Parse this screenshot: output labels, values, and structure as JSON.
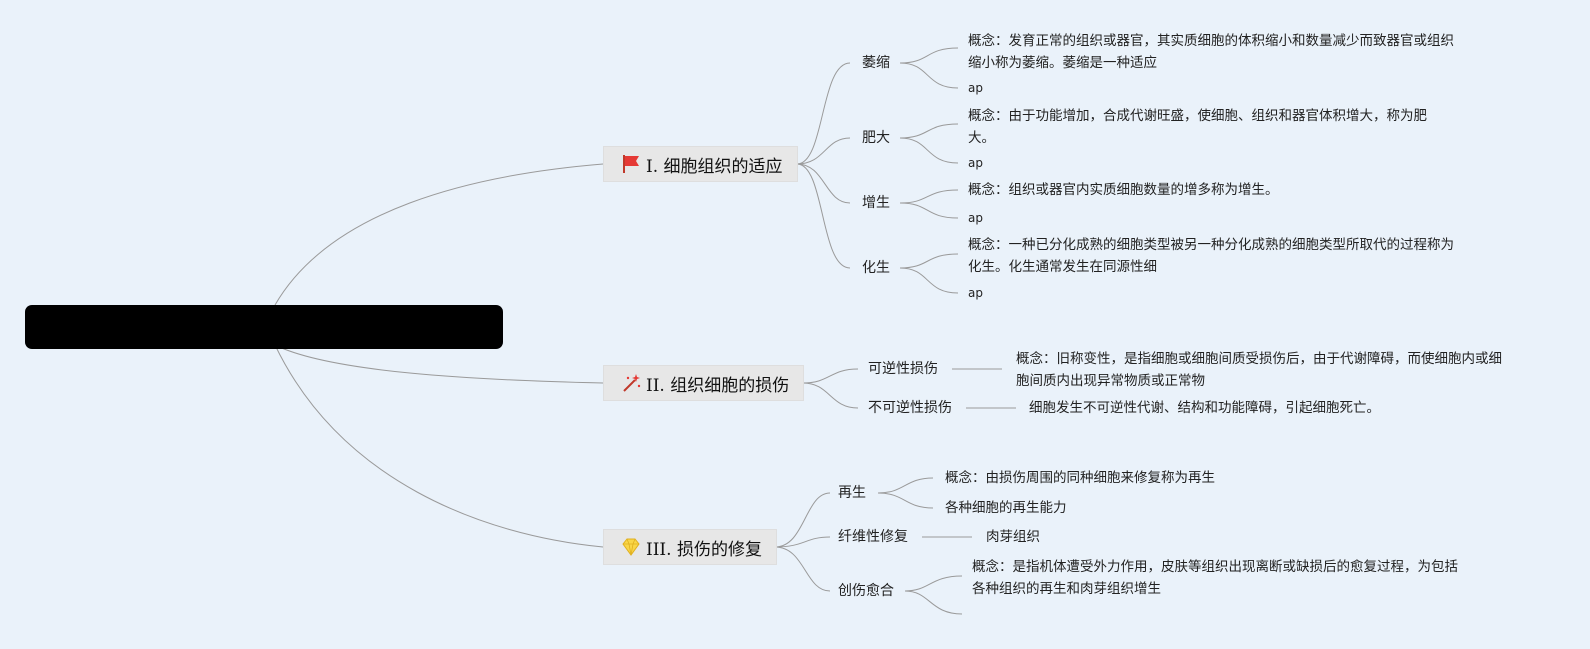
{
  "root": {
    "label": ""
  },
  "branches": [
    {
      "label": "I. 细胞组织的适应",
      "icon": "red-flag-icon",
      "children": [
        {
          "label": "萎缩",
          "concept": "概念：发育正常的组织或器官，其实质细胞的体积缩小和数量减少而致器官或组织缩小称为萎缩。萎缩是一种适应",
          "extra": "ap"
        },
        {
          "label": "肥大",
          "concept": "概念：由于功能增加，合成代谢旺盛，使细胞、组织和器官体积增大，称为肥大。",
          "extra": "ap"
        },
        {
          "label": "增生",
          "concept": "概念：组织或器官内实质细胞数量的增多称为增生。",
          "extra": "ap"
        },
        {
          "label": "化生",
          "concept": "概念：一种已分化成熟的细胞类型被另一种分化成熟的细胞类型所取代的过程称为化生。化生通常发生在同源性细",
          "extra": "ap"
        }
      ]
    },
    {
      "label": "II. 组织细胞的损伤",
      "icon": "magic-wand-icon",
      "children": [
        {
          "label": "可逆性损伤",
          "concept": "概念：旧称变性，是指细胞或细胞间质受损伤后，由于代谢障碍，而使细胞内或细胞间质内出现异常物质或正常物"
        },
        {
          "label": "不可逆性损伤",
          "concept": "细胞发生不可逆性代谢、结构和功能障碍，引起细胞死亡。"
        }
      ]
    },
    {
      "label": "III. 损伤的修复",
      "icon": "diamond-icon",
      "children": [
        {
          "label": "再生",
          "concept": "概念：由损伤周围的同种细胞来修复称为再生",
          "extra": "各种细胞的再生能力"
        },
        {
          "label": "纤维性修复",
          "concept": "肉芽组织"
        },
        {
          "label": "创伤愈合",
          "concept": "概念：是指机体遭受外力作用，皮肤等组织出现离断或缺损后的愈复过程，为包括各种组织的再生和肉芽组织增生",
          "extra": ""
        }
      ]
    }
  ],
  "colors": {
    "background": "#eaf2fa",
    "line": "#9a9a9a",
    "topic_bg": "#e7e7e7",
    "root": "#000000"
  }
}
